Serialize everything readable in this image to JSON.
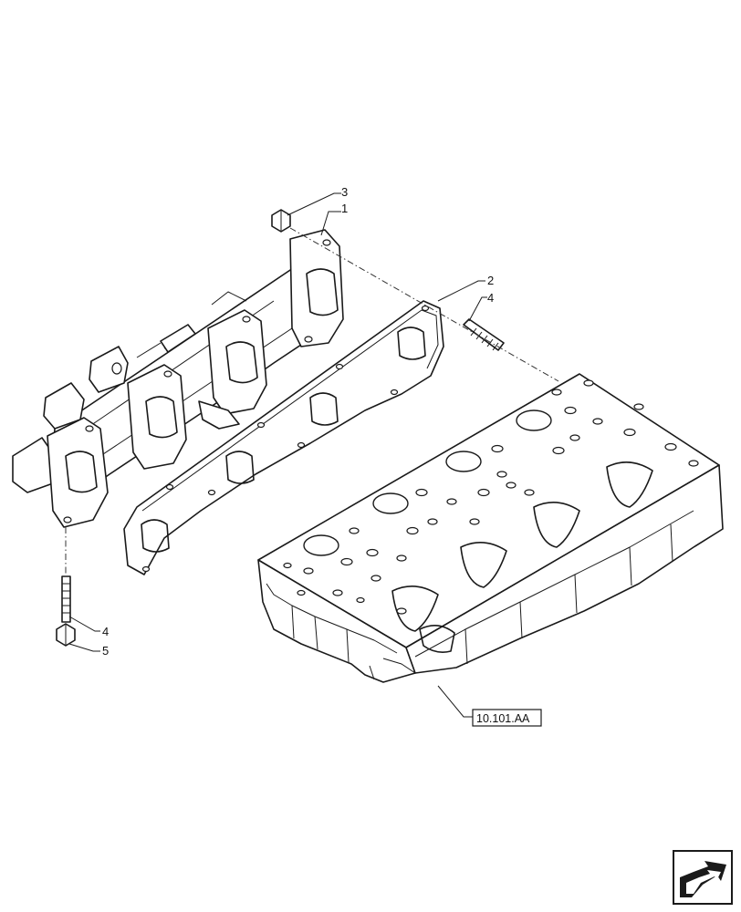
{
  "callouts": [
    {
      "id": "c3",
      "label": "3"
    },
    {
      "id": "c1",
      "label": "1"
    },
    {
      "id": "c2",
      "label": "2"
    },
    {
      "id": "c4a",
      "label": "4"
    },
    {
      "id": "c4b",
      "label": "4"
    },
    {
      "id": "c5",
      "label": "5"
    }
  ],
  "reference": {
    "label": "10.101.AA"
  },
  "nav_icon": "next-page-arrow-icon"
}
